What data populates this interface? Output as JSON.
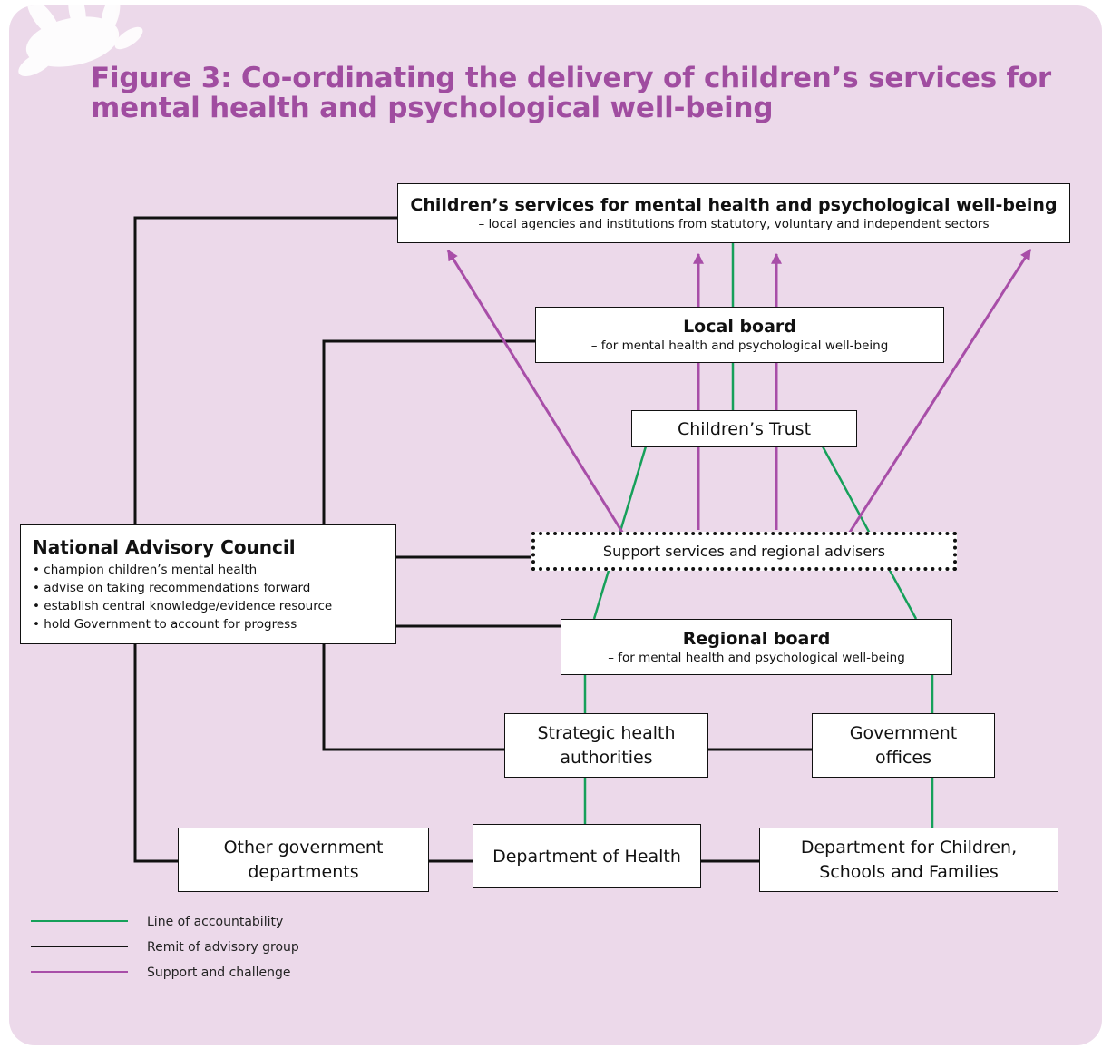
{
  "figure": {
    "title": "Figure 3: Co-ordinating the delivery of children’s services for mental health and psychological well-being"
  },
  "colors": {
    "background": "#ecd9ea",
    "title": "#a04da0",
    "accountability": "#16a05a",
    "remit": "#111111",
    "support": "#a84ea8"
  },
  "nodes": {
    "childrens_services": {
      "title": "Children’s services for mental health and psychological well-being",
      "subtitle": "– local agencies and institutions from statutory, voluntary and independent sectors"
    },
    "local_board": {
      "title": "Local board",
      "subtitle": "– for mental health and psychological well-being"
    },
    "childrens_trust": {
      "label": "Children’s Trust"
    },
    "support_services": {
      "label": "Support services and regional advisers"
    },
    "national_advisory": {
      "title": "National Advisory Council",
      "bullets": [
        "champion children’s mental health",
        "advise on taking recommendations forward",
        "establish central knowledge/evidence resource",
        "hold Government to account for progress"
      ]
    },
    "regional_board": {
      "title": "Regional board",
      "subtitle": "– for mental health and psychological well-being"
    },
    "strategic_health": {
      "label": "Strategic health\nauthorities"
    },
    "government_offices": {
      "label": "Government\noffices"
    },
    "other_departments": {
      "label": "Other government\ndepartments"
    },
    "dept_health": {
      "label": "Department of Health"
    },
    "dcsf": {
      "label": "Department for Children,\nSchools and Families"
    }
  },
  "legend": [
    {
      "key": "accountability",
      "label": "Line of accountability",
      "color": "#16a05a"
    },
    {
      "key": "remit",
      "label": "Remit of advisory group",
      "color": "#111111"
    },
    {
      "key": "support",
      "label": "Support and challenge",
      "color": "#a84ea8"
    }
  ]
}
